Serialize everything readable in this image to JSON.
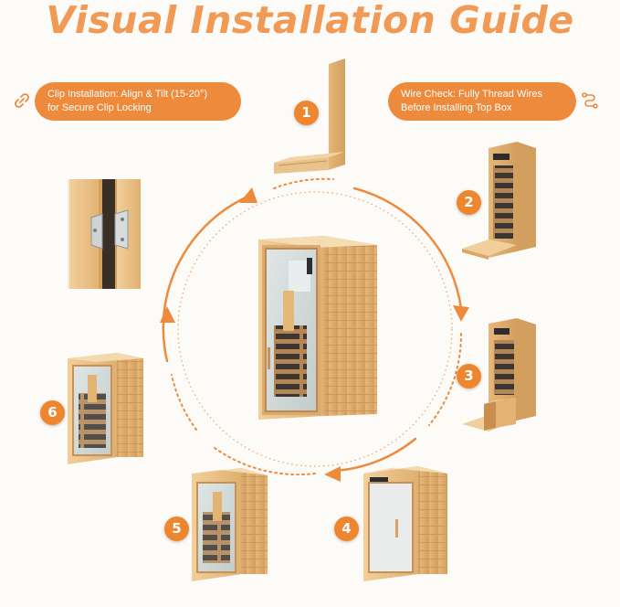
{
  "title": "Visual Installation Guide",
  "callouts": {
    "clip": {
      "line1": "Clip Installation: Align & Tilt (15-20°)",
      "line2": "for Secure Clip Locking",
      "icon": "link-icon"
    },
    "wire": {
      "line1": "Wire Check: Fully Thread Wires",
      "line2": "Before Installing Top Box",
      "icon": "cable-icon"
    }
  },
  "steps": [
    "1",
    "2",
    "3",
    "4",
    "5",
    "6"
  ],
  "colors": {
    "accent": "#ee8a3c",
    "wood": "#e7bd84",
    "glass": "#c9d6d8"
  }
}
